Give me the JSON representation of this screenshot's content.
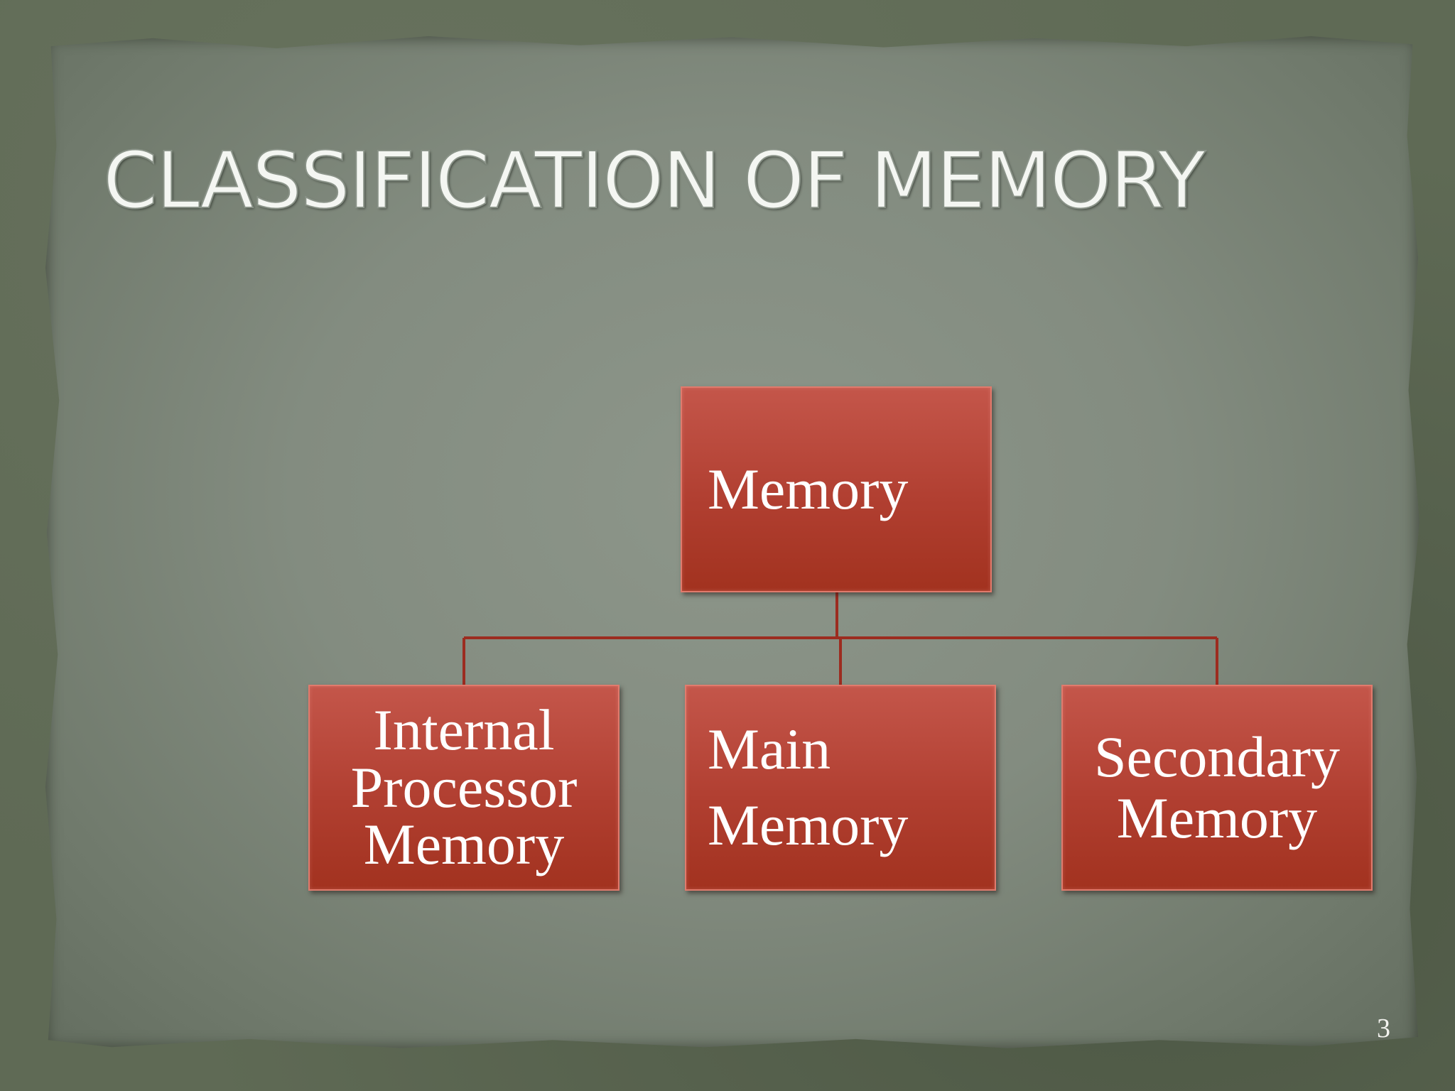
{
  "slide": {
    "title": "Classification of  Memory",
    "page_number": "3"
  },
  "diagram": {
    "root": {
      "label": "Memory"
    },
    "children": [
      {
        "label": "Internal\nProcessor\nMemory"
      },
      {
        "label": "Main\nMemory"
      },
      {
        "label": "Secondary\nMemory"
      }
    ]
  },
  "colors": {
    "node_fill": "#b13f31",
    "node_border": "#e07b6d",
    "connector": "#9c2c20",
    "paper": "#838c80",
    "frame": "#5f6a55",
    "text": "#ffffff"
  }
}
